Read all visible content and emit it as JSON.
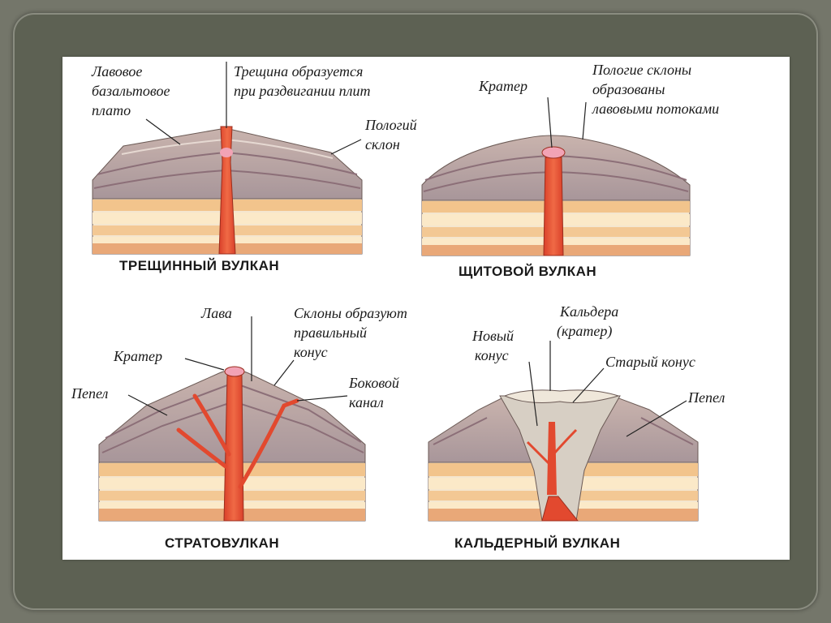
{
  "colors": {
    "background": "#74766a",
    "frame": "#5d6153",
    "slide": "#ffffff",
    "lava": "#e2492f",
    "rock_layer": "#b7a6a8",
    "sand_layer": "#f2c98d",
    "orange_layer": "#e8a06a"
  },
  "panels": {
    "fissure": {
      "title": "ТРЕЩИННЫЙ ВУЛКАН",
      "labels": {
        "plateau_1": "Лавовое",
        "plateau_2": "базальтовое",
        "plateau_3": "плато",
        "crack_1": "Трещина образуется",
        "crack_2": "при раздвигании плит",
        "slope_1": "Пологий",
        "slope_2": "склон"
      }
    },
    "shield": {
      "title": "ЩИТОВОЙ ВУЛКАН",
      "labels": {
        "crater": "Кратер",
        "slopes_1": "Пологие склоны",
        "slopes_2": "образованы",
        "slopes_3": "лавовыми потоками"
      }
    },
    "strato": {
      "title": "СТРАТОВУЛКАН",
      "labels": {
        "lava": "Лава",
        "cone_1": "Склоны образуют",
        "cone_2": "правильный",
        "cone_3": "конус",
        "crater": "Кратер",
        "ash": "Пепел",
        "side_1": "Боковой",
        "side_2": "канал"
      }
    },
    "caldera": {
      "title": "КАЛЬДЕРНЫЙ ВУЛКАН",
      "labels": {
        "caldera_1": "Кальдера",
        "caldera_2": "(кратер)",
        "new_1": "Новый",
        "new_2": "конус",
        "old": "Старый конус",
        "ash": "Пепел"
      }
    }
  }
}
